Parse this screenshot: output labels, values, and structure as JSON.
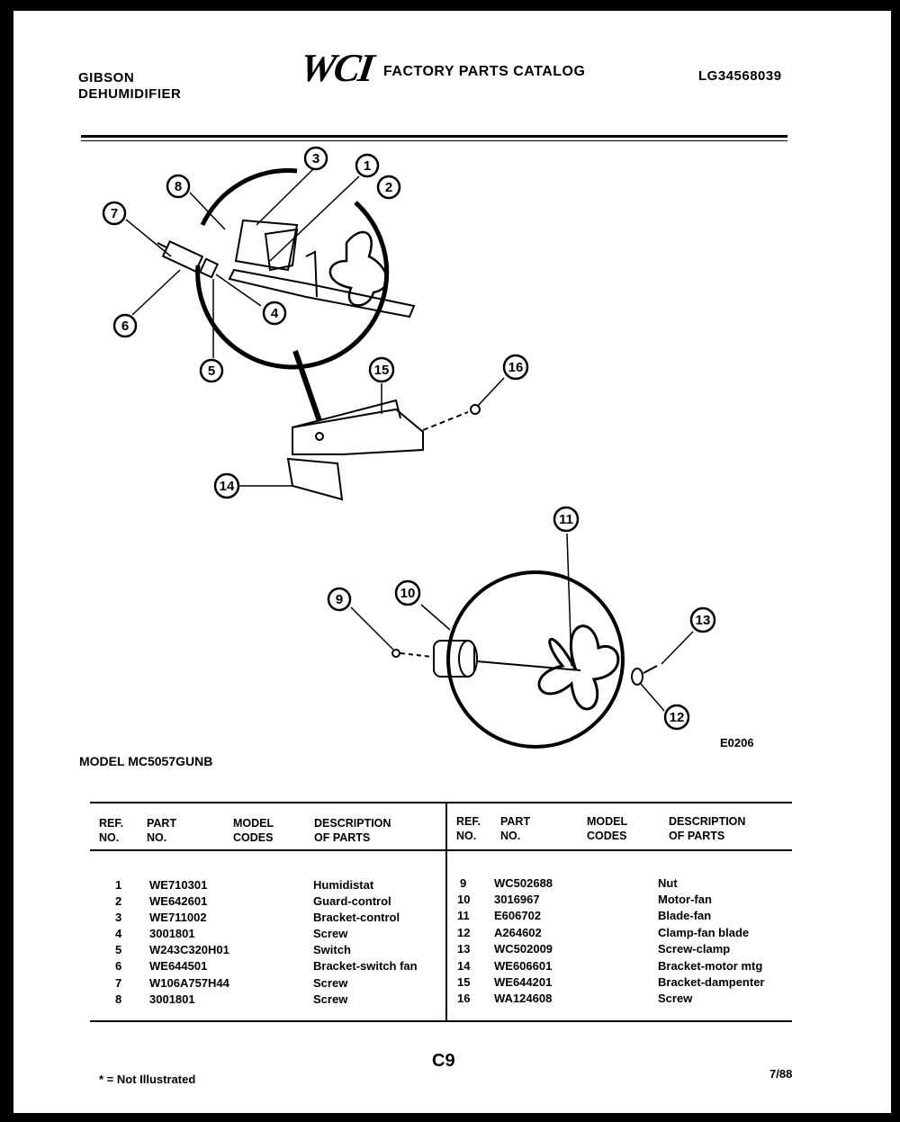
{
  "header": {
    "brand_line1": "GIBSON",
    "brand_line2": "DEHUMIDIFIER",
    "logo": "WCI",
    "catalog_title": "FACTORY PARTS CATALOG",
    "catalog_number": "LG34568039"
  },
  "diagram": {
    "callouts": [
      "1",
      "2",
      "3",
      "4",
      "5",
      "6",
      "7",
      "8",
      "9",
      "10",
      "11",
      "12",
      "13",
      "14",
      "15",
      "16"
    ],
    "figure_code": "E0206"
  },
  "model_line": "MODEL MC5057GUNB",
  "table": {
    "headers": {
      "ref": [
        "REF.",
        "NO."
      ],
      "part": [
        "PART",
        "NO."
      ],
      "model": [
        "MODEL",
        "CODES"
      ],
      "desc": [
        "DESCRIPTION",
        "OF PARTS"
      ]
    },
    "left_rows": [
      {
        "ref": "1",
        "part": "WE710301",
        "code": "",
        "desc": "Humidistat"
      },
      {
        "ref": "2",
        "part": "WE642601",
        "code": "",
        "desc": "Guard-control"
      },
      {
        "ref": "3",
        "part": "WE711002",
        "code": "",
        "desc": "Bracket-control"
      },
      {
        "ref": "4",
        "part": "3001801",
        "code": "",
        "desc": "Screw"
      },
      {
        "ref": "5",
        "part": "W243C320H01",
        "code": "",
        "desc": "Switch"
      },
      {
        "ref": "6",
        "part": "WE644501",
        "code": "",
        "desc": "Bracket-switch fan"
      },
      {
        "ref": "7",
        "part": "W106A757H44",
        "code": "",
        "desc": "Screw"
      },
      {
        "ref": "8",
        "part": "3001801",
        "code": "",
        "desc": "Screw"
      }
    ],
    "right_rows": [
      {
        "ref": "9",
        "part": "WC502688",
        "code": "",
        "desc": "Nut"
      },
      {
        "ref": "10",
        "part": "3016967",
        "code": "",
        "desc": "Motor-fan"
      },
      {
        "ref": "11",
        "part": "E606702",
        "code": "",
        "desc": "Blade-fan"
      },
      {
        "ref": "12",
        "part": "A264602",
        "code": "",
        "desc": "Clamp-fan blade"
      },
      {
        "ref": "13",
        "part": "WC502009",
        "code": "",
        "desc": "Screw-clamp"
      },
      {
        "ref": "14",
        "part": "WE606601",
        "code": "",
        "desc": "Bracket-motor mtg"
      },
      {
        "ref": "15",
        "part": "WE644201",
        "code": "",
        "desc": "Bracket-dampenter"
      },
      {
        "ref": "16",
        "part": "WA124608",
        "code": "",
        "desc": "Screw"
      }
    ]
  },
  "footer": {
    "note": "* = Not Illustrated",
    "page_code": "C9",
    "date": "7/88"
  }
}
